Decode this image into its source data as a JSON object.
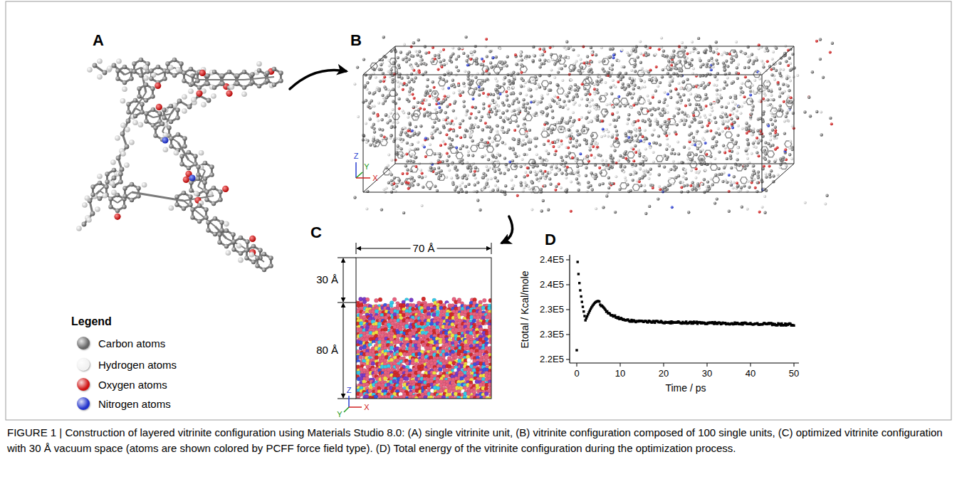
{
  "diagram": {
    "caption": "FIGURE 1 | Construction of layered vitrinite configuration using Materials Studio 8.0: (A) single vitrinite unit, (B) vitrinite configuration composed of 100 single units, (C) optimized vitrinite configuration with 30 Å vacuum space (atoms are shown colored by PCFF force field type). (D) Total energy of the vitrinite configuration during the optimization process.",
    "nodes": [
      {
        "text": [
          "A"
        ]
      },
      {
        "text": [
          "B"
        ]
      },
      {
        "text": [
          "C"
        ]
      },
      {
        "text": [
          "D"
        ]
      }
    ],
    "edges": [
      {
        "from": 0,
        "to": 1,
        "arrow": "to"
      },
      {
        "from": 1,
        "to": 2,
        "arrow": "to"
      }
    ],
    "labels": [
      "Z",
      "Y",
      "X",
      "70 Å",
      "30 Å",
      "80 Å",
      "Z",
      "Y",
      "X",
      "2.4E5",
      "2.4E5",
      "2.3E5",
      "2.3E5",
      "2.2E5",
      "0",
      "10",
      "20",
      "30",
      "40",
      "50",
      "Etotal / Kcal/mole",
      "Time / ps",
      "Legend"
    ],
    "legend": [
      {
        "text": "Carbon atoms",
        "color": "#666666"
      },
      {
        "text": "Hydrogen atoms",
        "color": "#f2f2f2"
      },
      {
        "text": "Oxygen atoms",
        "color": "#d01414"
      },
      {
        "text": "Nitrogen atoms",
        "color": "#2233cc"
      }
    ]
  }
}
